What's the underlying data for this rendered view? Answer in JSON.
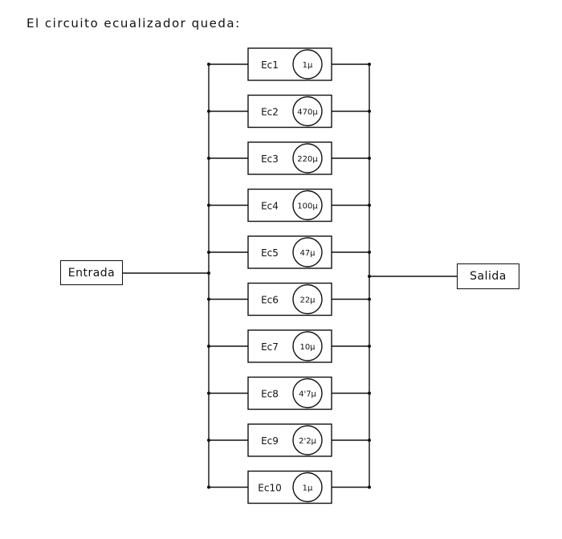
{
  "title": "El circuito ecualizador queda:",
  "input_label": "Entrada",
  "output_label": "Salida",
  "stages": [
    {
      "name": "Ec1",
      "value": "1µ"
    },
    {
      "name": "Ec2",
      "value": "470µ"
    },
    {
      "name": "Ec3",
      "value": "220µ"
    },
    {
      "name": "Ec4",
      "value": "100µ"
    },
    {
      "name": "Ec5",
      "value": "47µ"
    },
    {
      "name": "Ec6",
      "value": "22µ"
    },
    {
      "name": "Ec7",
      "value": "10µ"
    },
    {
      "name": "Ec8",
      "value": "4'7µ"
    },
    {
      "name": "Ec9",
      "value": "2'2µ"
    },
    {
      "name": "Ec10",
      "value": "1µ"
    }
  ]
}
